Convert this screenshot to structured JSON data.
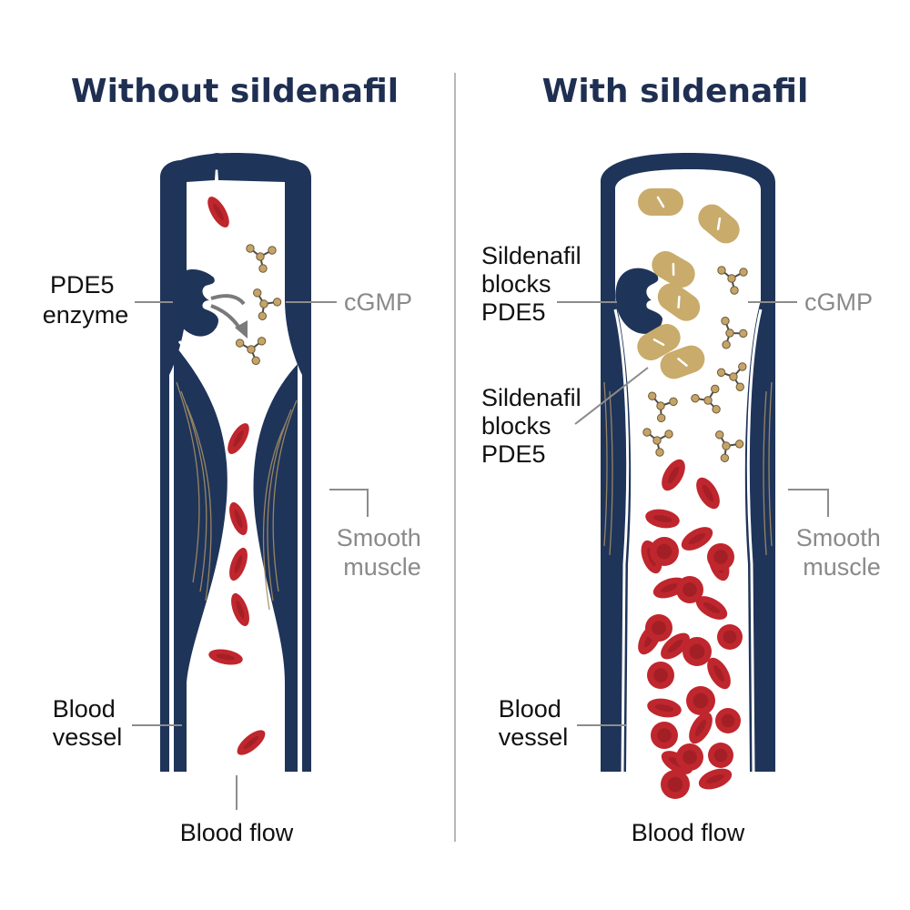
{
  "colors": {
    "vessel": "#1f3459",
    "title": "#1f2f52",
    "blood_cell": "#c0262d",
    "blood_cell_dark": "#8e1a20",
    "pill": "#c9ab6b",
    "molecule": "#c5a46a",
    "molecule_bond": "#4b4b4b",
    "muscle_fiber": "#a58e63",
    "label_gray": "#8a8a8a",
    "divider": "#b8b8b8"
  },
  "panels": {
    "left": {
      "title": "Without sildenafil",
      "enzyme_label": [
        "PDE5",
        "enzyme"
      ],
      "cgmp_label": "cGMP",
      "muscle_label": [
        "Smooth",
        "muscle"
      ],
      "vessel_label": [
        "Blood",
        "vessel"
      ],
      "flow_label": "Blood flow",
      "icons": [
        "pde5-enzyme-icon",
        "cgmp-molecule-icon",
        "red-blood-cell-icon",
        "arrow-icon"
      ]
    },
    "right": {
      "title": "With sildenafil",
      "block_label_top": [
        "Sildenafil",
        "blocks",
        "PDE5"
      ],
      "block_label_bottom": [
        "Sildenafil",
        "blocks",
        "PDE5"
      ],
      "cgmp_label": "cGMP",
      "muscle_label": [
        "Smooth",
        "muscle"
      ],
      "vessel_label": [
        "Blood",
        "vessel"
      ],
      "flow_label": "Blood flow",
      "icons": [
        "pde5-enzyme-icon",
        "sildenafil-pill-icon",
        "cgmp-molecule-icon",
        "red-blood-cell-icon"
      ]
    }
  }
}
